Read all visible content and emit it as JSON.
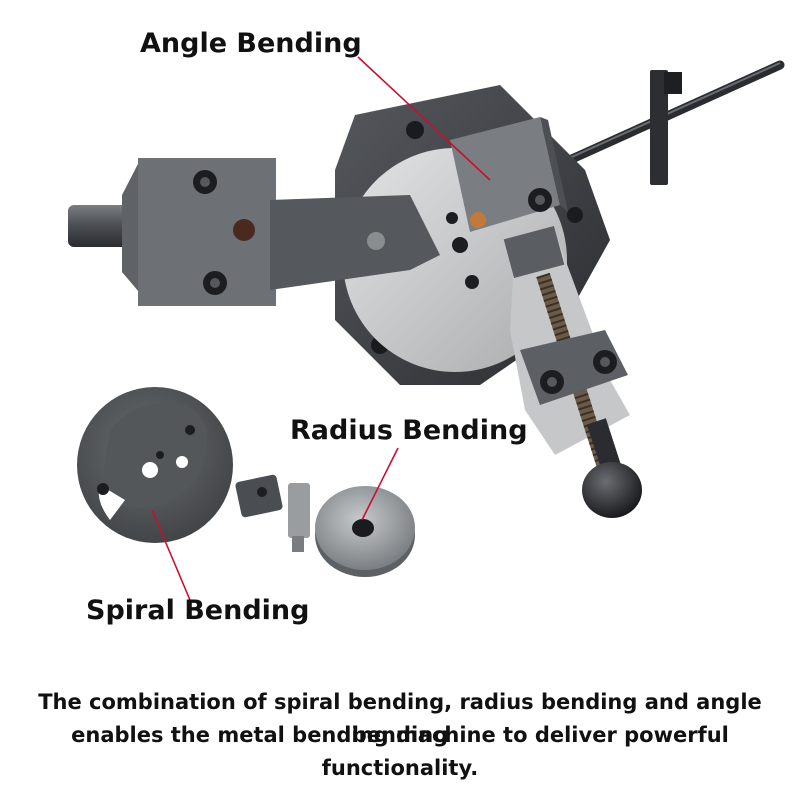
{
  "labels": {
    "angle": "Angle Bending",
    "radius": "Radius Bending",
    "spiral": "Spiral Bending"
  },
  "caption": {
    "line1": "The combination of spiral bending, radius bending and angle bending",
    "line2": "enables the metal bending machine to deliver powerful functionality."
  },
  "colors": {
    "callout_line": "#c8102e",
    "text": "#111111",
    "steel_dark": "#3a3d42",
    "steel_mid": "#6b6e72",
    "steel_light": "#c9cbcd"
  }
}
